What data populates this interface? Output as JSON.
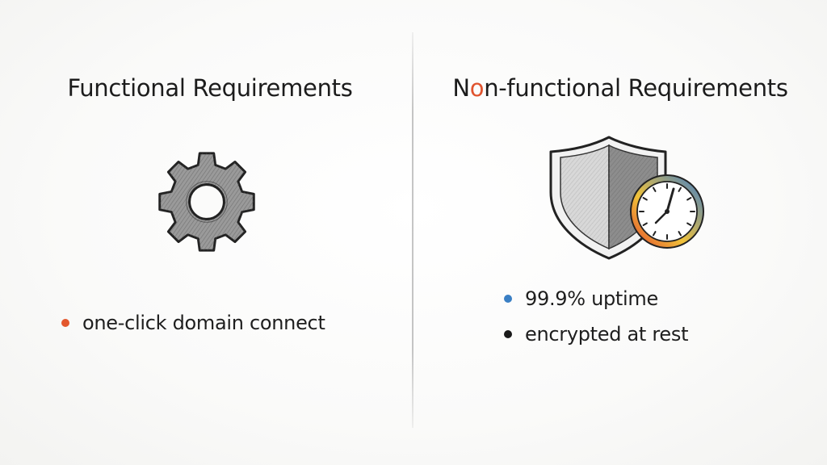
{
  "left_panel": {
    "title": "Functional Requirements",
    "icon": "gear-icon",
    "bullets": [
      {
        "text": "one-click domain connect",
        "dot_color": "#e3572d"
      }
    ]
  },
  "right_panel": {
    "title_accent_letter": "o",
    "title_part1": "N",
    "title_part2": "n-functional Requirements",
    "icon": "shield-clock-icon",
    "bullets": [
      {
        "text": "99.9% uptime",
        "dot_color": "#3a7fc4"
      },
      {
        "text": "encrypted at rest",
        "dot_color": "#1a1a1a"
      }
    ]
  },
  "colors": {
    "accent_red": "#e0542f",
    "accent_blue": "#3a7fc4",
    "ink": "#1e1e1e",
    "shield_gray": "#8d8d8d",
    "clock_ring_red": "#e2452c",
    "clock_ring_yellow": "#f0c23a",
    "clock_ring_blue": "#3b7ccc"
  }
}
